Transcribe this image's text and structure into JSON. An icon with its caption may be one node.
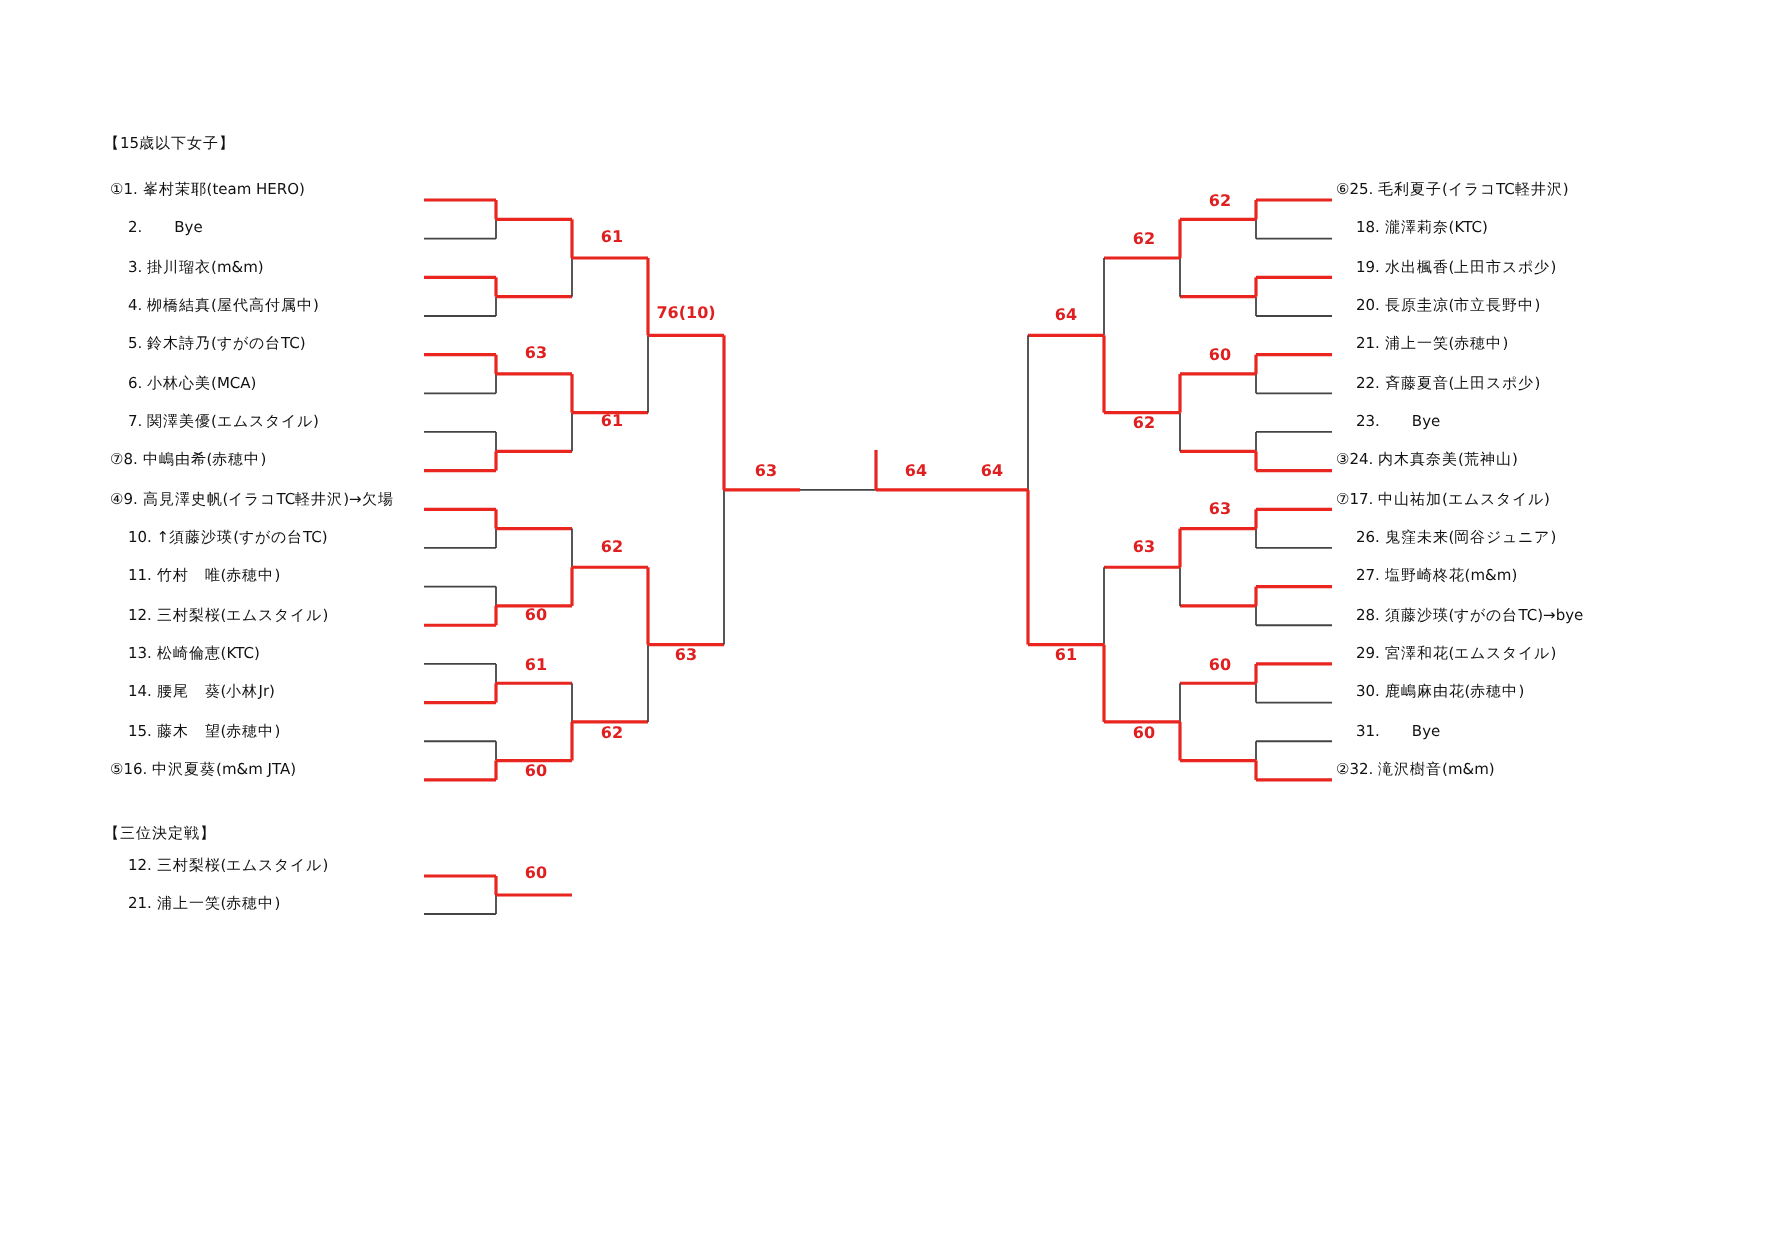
{
  "diagram": {
    "title": "【15歳以下女子】",
    "labels": [
      "①1. 峯村茉耶(team HERO)",
      "2.　　Bye",
      "3. 掛川瑠衣(m&m)",
      "4. 栁橋結真(屋代高付属中)",
      "5. 鈴木詩乃(すがの台TC)",
      "6. 小林心美(MCA)",
      "7. 関澤美優(エムスタイル)",
      "⑦8. 中嶋由希(赤穂中)",
      "④9. 高見澤史帆(イラコTC軽井沢)→欠場",
      "10. ↑須藤沙瑛(すがの台TC)",
      "11. 竹村　唯(赤穂中)",
      "12. 三村梨桜(エムスタイル)",
      "13. 松崎倫恵(KTC)",
      "14. 腰尾　葵(小林Jr)",
      "15. 藤木　望(赤穂中)",
      "⑤16. 中沢夏葵(m&m JTA)",
      "⑥25. 毛利夏子(イラコTC軽井沢)",
      "18. 瀧澤莉奈(KTC)",
      "19. 水出楓香(上田市スポ少)",
      "20. 長原圭凉(市立長野中)",
      "21. 浦上一笑(赤穂中)",
      "22. 斉藤夏音(上田スポ少)",
      "23.　　Bye",
      "③24. 内木真奈美(荒神山)",
      "⑦17. 中山祐加(エムスタイル)",
      "26. 鬼窪未来(岡谷ジュニア)",
      "27. 塩野崎柊花(m&m)",
      "28. 須藤沙瑛(すがの台TC)→bye",
      "29. 宮澤和花(エムスタイル)",
      "30. 鹿嶋麻由花(赤穂中)",
      "31.　　Bye",
      "②32. 滝沢樹音(m&m)",
      "61",
      "76(10)",
      "63",
      "61",
      "63",
      "62",
      "60",
      "63",
      "61",
      "62",
      "60",
      "64",
      "64",
      "62",
      "62",
      "64",
      "60",
      "62",
      "63",
      "63",
      "61",
      "60",
      "60",
      "【三位決定戦】",
      "12. 三村梨桜(エムスタイル)",
      "21. 浦上一笑(赤穂中)",
      "60"
    ]
  }
}
